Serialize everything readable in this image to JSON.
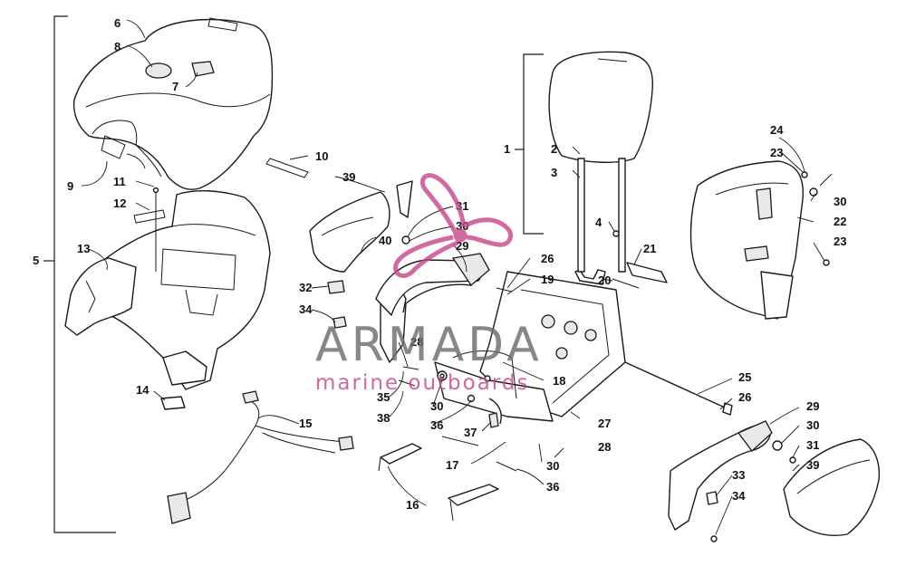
{
  "diagram": {
    "callouts": [
      "1",
      "2",
      "3",
      "4",
      "5",
      "6",
      "7",
      "8",
      "9",
      "10",
      "11",
      "12",
      "13",
      "14",
      "15",
      "16",
      "17",
      "18",
      "19",
      "20",
      "21",
      "22",
      "23",
      "23",
      "24",
      "25",
      "26",
      "26",
      "27",
      "28",
      "28",
      "29",
      "29",
      "30",
      "30",
      "30",
      "30",
      "31",
      "31",
      "32",
      "33",
      "34",
      "34",
      "35",
      "36",
      "36",
      "37",
      "38",
      "39",
      "39",
      "40"
    ]
  },
  "watermark": {
    "brand": "ARMADA",
    "tagline": "marine outboards",
    "color_primary": "#c8468a",
    "color_text": "#6d6d6d"
  }
}
